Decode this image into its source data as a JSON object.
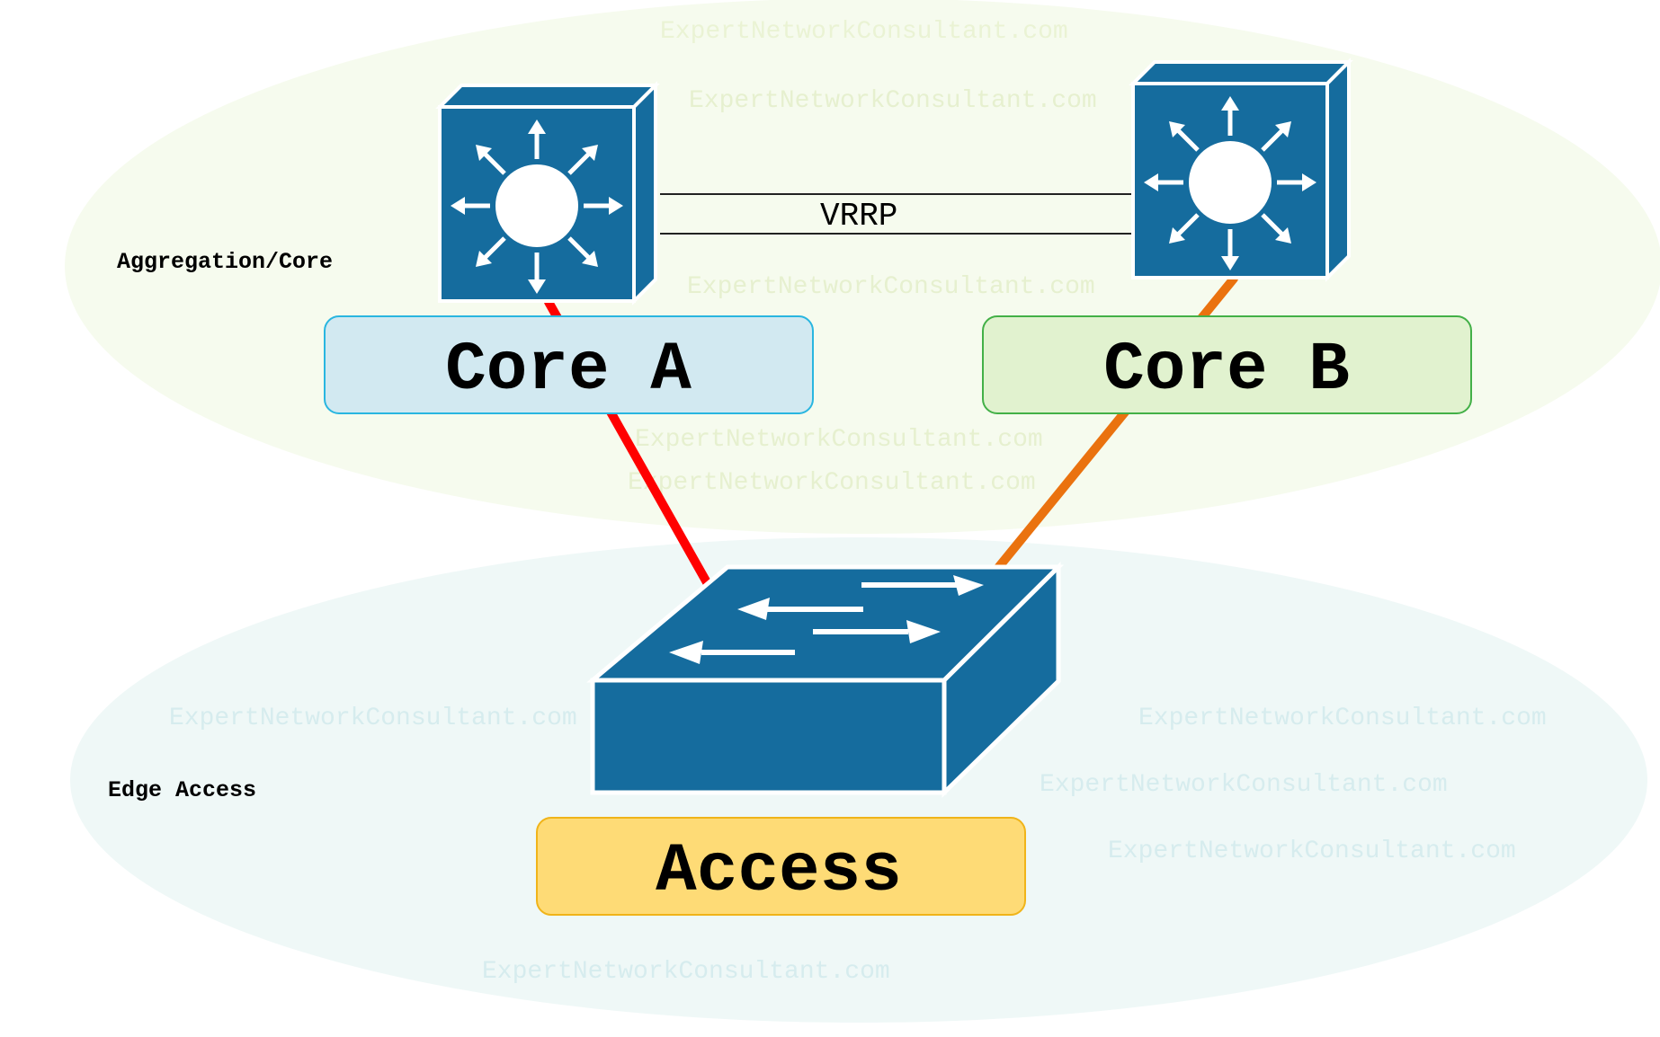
{
  "zones": {
    "aggregation_label": "Aggregation/Core",
    "edge_label": "Edge Access",
    "aggregation_color": "#f6fbee",
    "edge_color": "#eff8f7"
  },
  "devices": {
    "core_a": {
      "label": "Core A",
      "box_fill": "#d2e9f1",
      "box_stroke": "#29b6e0",
      "icon": "layer3-switch-icon"
    },
    "core_b": {
      "label": "Core B",
      "box_fill": "#e1f2cf",
      "box_stroke": "#43b047",
      "icon": "layer3-switch-icon"
    },
    "access": {
      "label": "Access",
      "box_fill": "#fedb76",
      "box_stroke": "#f0b419",
      "icon": "layer2-switch-icon"
    }
  },
  "links": {
    "vrrp_label": "VRRP",
    "core_a_to_access_color": "#ff0000",
    "core_b_to_access_color": "#ea720f"
  },
  "device_color": "#156c9e",
  "watermark_text": "ExpertNetworkConsultant.com"
}
